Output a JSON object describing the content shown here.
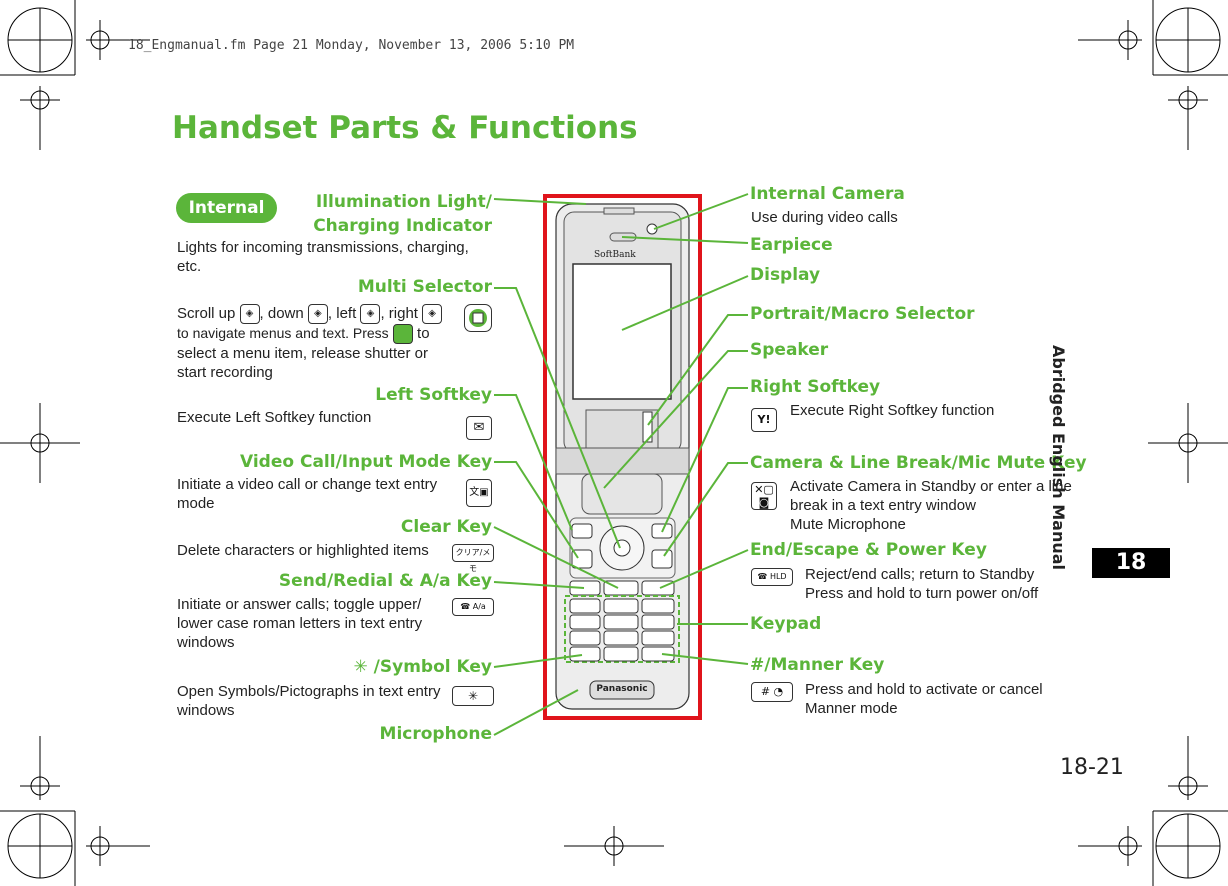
{
  "print_header": "18_Engmanual.fm  Page 21  Monday, November 13, 2006  5:10 PM",
  "page_title": "Handset Parts & Functions",
  "section_badge": "Internal",
  "side_tab": {
    "vertical_label": "Abridged English Manual",
    "chapter": "18"
  },
  "page_number": "18-21",
  "left": {
    "illumination": {
      "title": "Illumination Light/\nCharging Indicator",
      "desc": "Lights for incoming transmissions, charging, etc."
    },
    "multi_selector": {
      "title": "Multi Selector",
      "desc_1": "Scroll up",
      "desc_2": ", down",
      "desc_3": ", left",
      "desc_4": ", right",
      "desc_5": "to navigate menus and text. Press",
      "desc_6": "to select a menu item, release shutter or start recording"
    },
    "left_softkey": {
      "title": "Left Softkey",
      "desc": "Execute Left Softkey function"
    },
    "video_call": {
      "title": "Video Call/Input Mode Key",
      "desc": "Initiate a video call or change text entry mode"
    },
    "clear": {
      "title": "Clear Key",
      "desc": "Delete characters or highlighted items"
    },
    "send": {
      "title": "Send/Redial & A/a Key",
      "desc": "Initiate or answer calls; toggle upper/ lower case roman letters in text entry windows"
    },
    "symbol": {
      "title": "/Symbol Key",
      "desc": "Open Symbols/Pictographs in text entry windows"
    },
    "microphone": {
      "title": "Microphone"
    }
  },
  "right": {
    "internal_camera": {
      "title": "Internal Camera",
      "desc": "Use during video calls"
    },
    "earpiece": {
      "title": "Earpiece"
    },
    "display": {
      "title": "Display"
    },
    "portrait": {
      "title": "Portrait/Macro Selector"
    },
    "speaker": {
      "title": "Speaker"
    },
    "right_softkey": {
      "title": "Right Softkey",
      "desc": "Execute Right Softkey function"
    },
    "camera_key": {
      "title": "Camera & Line Break/Mic Mute Key",
      "desc_1": "Activate Camera in Standby or enter a line break in a text entry window",
      "desc_2": "Mute Microphone"
    },
    "end_key": {
      "title": "End/Escape & Power Key",
      "desc_1": "Reject/end calls; return to Standby",
      "desc_2": "Press and hold to turn power on/off"
    },
    "keypad": {
      "title": "Keypad"
    },
    "manner": {
      "title": "/Manner Key",
      "desc": "Press and hold to activate or cancel Manner mode"
    }
  },
  "phone": {
    "brand_top": "SoftBank",
    "brand_bottom": "Panasonic",
    "clear_label": "クリア/メモ",
    "end_label": "HLD",
    "send_label": "A/a"
  },
  "colors": {
    "accent": "#5bb53a",
    "frame": "#e0141b"
  }
}
